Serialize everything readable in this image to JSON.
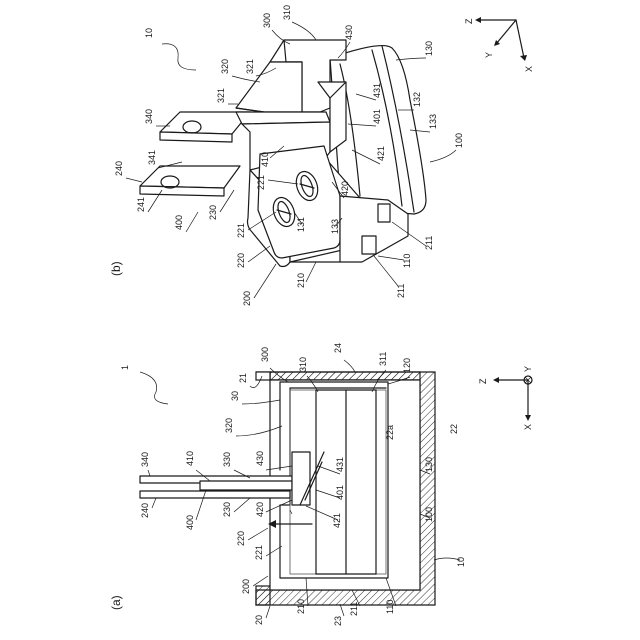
{
  "panel_a": {
    "caption": "(a)",
    "ref_main": "1",
    "labels": {
      "l300": "300",
      "l24": "24",
      "l310": "310",
      "l311": "311",
      "l120": "120",
      "l21": "21",
      "l30": "30",
      "l320": "320",
      "l22a": "22a",
      "l22": "22",
      "l340": "340",
      "l410": "410",
      "l330": "330",
      "l430": "430",
      "l431": "431",
      "l130": "130",
      "l240": "240",
      "l400": "400",
      "l230": "230",
      "l420": "420",
      "l401": "401",
      "l100": "100",
      "l220": "220",
      "l421": "421",
      "l221": "221",
      "l200": "200",
      "l10": "10",
      "l20": "20",
      "l210": "210",
      "l211": "211",
      "l110": "110",
      "l23": "23"
    },
    "axes": {
      "z": "Z",
      "y": "Y",
      "x": "X"
    }
  },
  "panel_b": {
    "caption": "(b)",
    "ref_main": "10",
    "labels": {
      "l300": "300",
      "l310": "310",
      "l430": "430",
      "l130": "130",
      "l320": "320",
      "l321a": "321",
      "l321b": "321",
      "l431": "431",
      "l132": "132",
      "l401": "401",
      "l133a": "133",
      "l340": "340",
      "l410": "410",
      "l421": "421",
      "l100": "100",
      "l341": "341",
      "l420": "420",
      "l240": "240",
      "l221a": "221",
      "l241": "241",
      "l131": "131",
      "l230": "230",
      "l400": "400",
      "l221b": "221",
      "l133b": "133",
      "l211a": "211",
      "l220": "220",
      "l110": "110",
      "l211b": "211",
      "l210": "210",
      "l200": "200"
    },
    "axes": {
      "z": "Z",
      "y": "Y",
      "x": "X"
    }
  }
}
